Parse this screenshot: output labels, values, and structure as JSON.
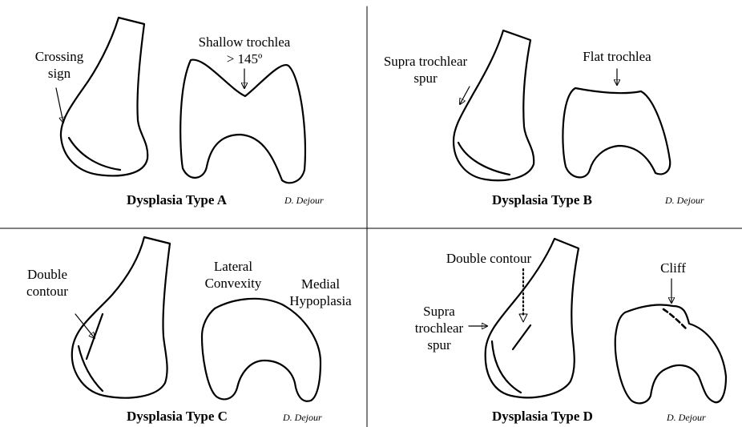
{
  "panels": {
    "a": {
      "title": "Dysplasia Type A",
      "credit": "D. Dejour",
      "crossing_sign": "Crossing\nsign",
      "shallow_trochlea": "Shallow trochlea\n> 145º"
    },
    "b": {
      "title": "Dysplasia Type B",
      "credit": "D. Dejour",
      "supra_spur": "Supra trochlear\nspur",
      "flat_trochlea": "Flat trochlea"
    },
    "c": {
      "title": "Dysplasia Type C",
      "credit": "D. Dejour",
      "double_contour": "Double\ncontour",
      "lateral_convexity": "Lateral\nConvexity",
      "medial_hypoplasia": "Medial\nHypoplasia"
    },
    "d": {
      "title": "Dysplasia Type D",
      "credit": "D. Dejour",
      "double_contour": "Double contour",
      "cliff": "Cliff",
      "supra_spur": "Supra\ntrochlear\nspur"
    }
  }
}
